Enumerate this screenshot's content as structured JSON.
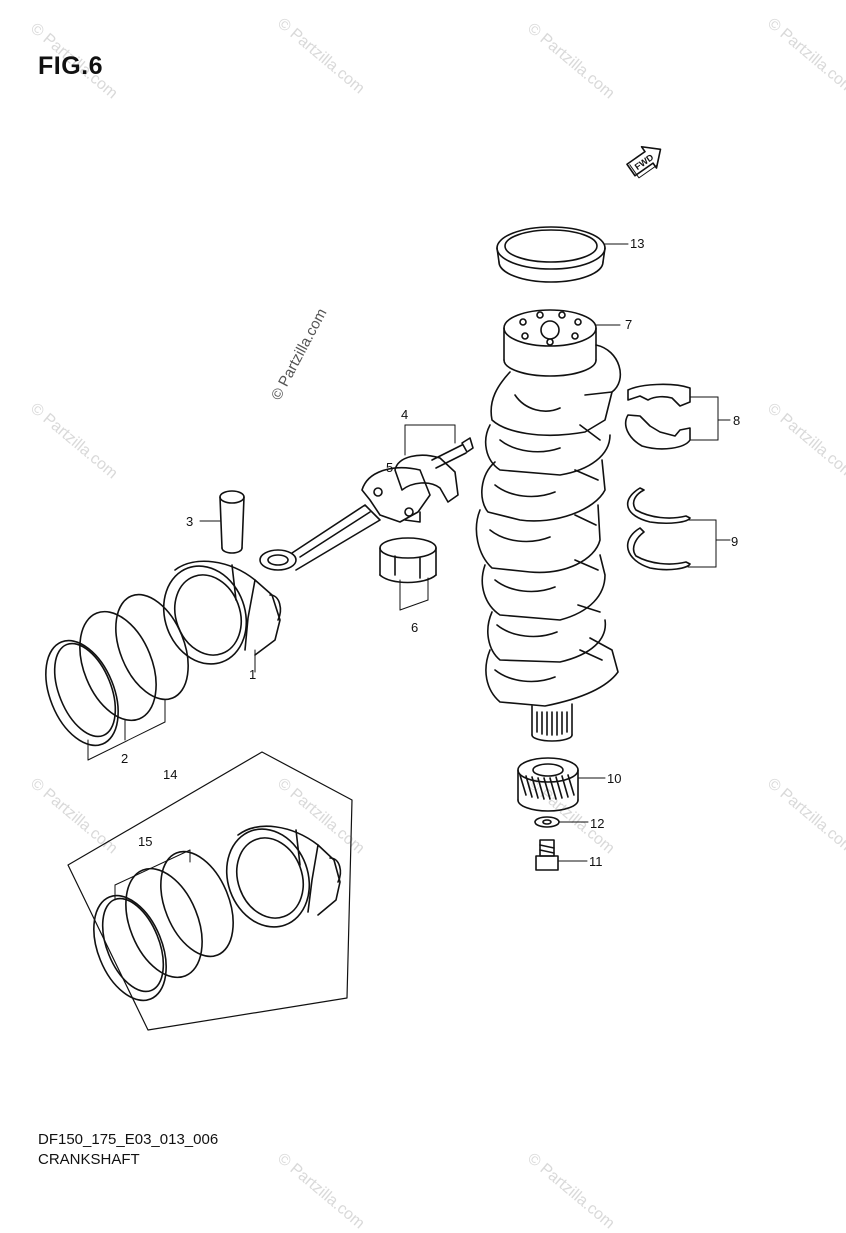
{
  "figure": {
    "title": "FIG.6",
    "code": "DF150_175_E03_013_006",
    "name": "CRANKSHAFT"
  },
  "watermark": {
    "text": "© Partzilla.com",
    "vertical_text": "© Partzilla.com"
  },
  "direction_mark": "FWD",
  "callouts": [
    "13",
    "7",
    "8",
    "4",
    "5",
    "3",
    "9",
    "6",
    "1",
    "2",
    "10",
    "14",
    "12",
    "15",
    "11"
  ]
}
